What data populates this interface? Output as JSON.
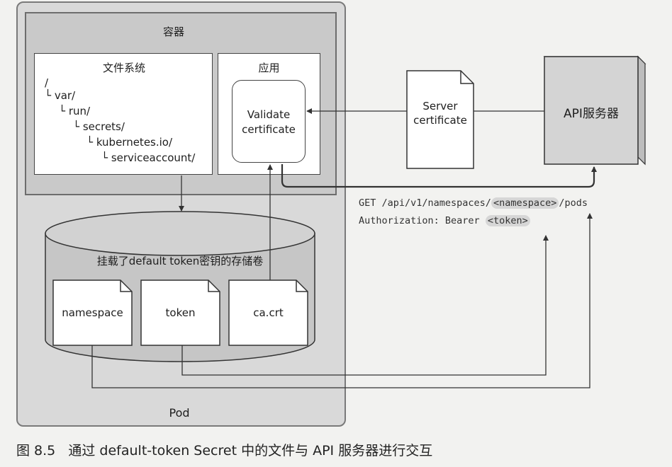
{
  "pod": {
    "label": "Pod"
  },
  "container": {
    "label": "容器",
    "filesystem": {
      "title": "文件系统",
      "tree": [
        "/",
        "var/",
        "run/",
        "secrets/",
        "kubernetes.io/",
        "serviceaccount/"
      ]
    },
    "app": {
      "title": "应用",
      "validate": [
        "Validate",
        "certificate"
      ]
    }
  },
  "volume": {
    "label": "挂载了default token密钥的存储卷",
    "files": [
      "namespace",
      "token",
      "ca.crt"
    ]
  },
  "server_cert": [
    "Server",
    "certificate"
  ],
  "api_server": {
    "label": "API服务器"
  },
  "request": {
    "line1_prefix": "GET /api/v1/namespaces/",
    "line1_ns": "<namespace>",
    "line1_suffix": "/pods",
    "line2_prefix": "Authorization: Bearer ",
    "line2_token": "<token>"
  },
  "caption": "图 8.5   通过 default-token Secret 中的文件与 API 服务器进行交互"
}
